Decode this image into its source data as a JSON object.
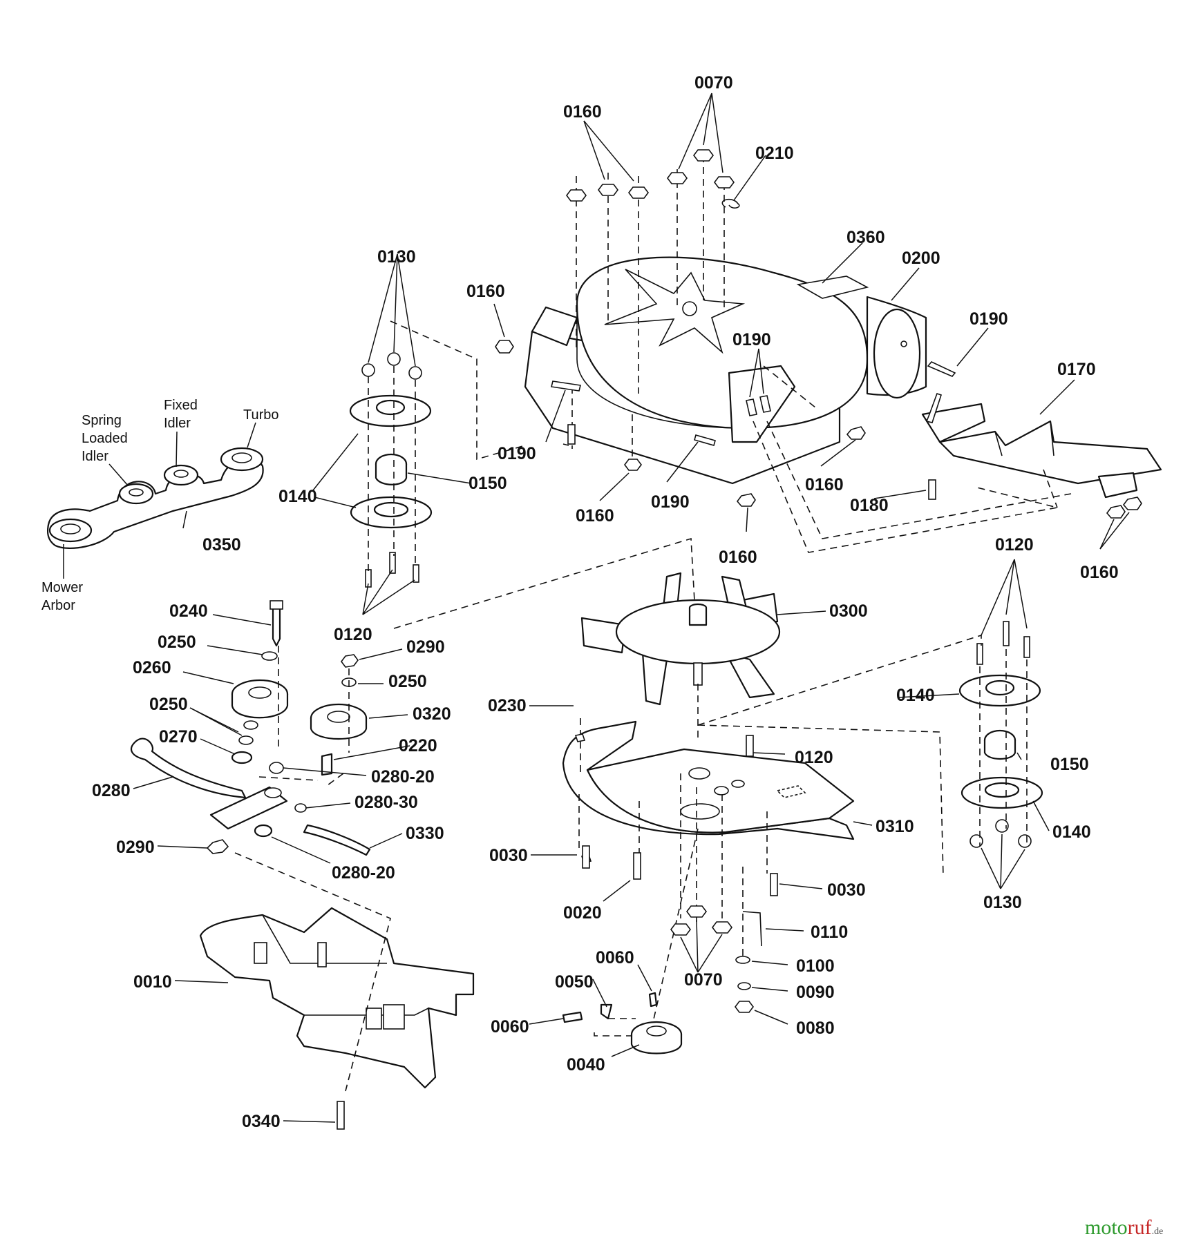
{
  "callouts": [
    {
      "id": "c-0070-top",
      "text": "0070"
    },
    {
      "id": "c-0160-top",
      "text": "0160"
    },
    {
      "id": "c-0210",
      "text": "0210"
    },
    {
      "id": "c-0130-left",
      "text": "0130"
    },
    {
      "id": "c-0360",
      "text": "0360"
    },
    {
      "id": "c-0200",
      "text": "0200"
    },
    {
      "id": "c-0160-a",
      "text": "0160"
    },
    {
      "id": "c-0190-mid",
      "text": "0190"
    },
    {
      "id": "c-0190-right",
      "text": "0190"
    },
    {
      "id": "c-0170",
      "text": "0170"
    },
    {
      "id": "c-0190-left",
      "text": "0190"
    },
    {
      "id": "c-0150-left",
      "text": "0150"
    },
    {
      "id": "c-0140-left",
      "text": "0140"
    },
    {
      "id": "c-0160-b",
      "text": "0160"
    },
    {
      "id": "c-0190-low",
      "text": "0190"
    },
    {
      "id": "c-0160-c",
      "text": "0160"
    },
    {
      "id": "c-0180",
      "text": "0180"
    },
    {
      "id": "c-0160-d",
      "text": "0160"
    },
    {
      "id": "c-0160-e",
      "text": "0160"
    },
    {
      "id": "c-0350",
      "text": "0350"
    },
    {
      "id": "c-0120-right",
      "text": "0120"
    },
    {
      "id": "c-0240",
      "text": "0240"
    },
    {
      "id": "c-0120-left",
      "text": "0120"
    },
    {
      "id": "c-0300",
      "text": "0300"
    },
    {
      "id": "c-0250-a",
      "text": "0250"
    },
    {
      "id": "c-0290-a",
      "text": "0290"
    },
    {
      "id": "c-0260",
      "text": "0260"
    },
    {
      "id": "c-0250-b",
      "text": "0250"
    },
    {
      "id": "c-0140-right",
      "text": "0140"
    },
    {
      "id": "c-0250-c",
      "text": "0250"
    },
    {
      "id": "c-0230",
      "text": "0230"
    },
    {
      "id": "c-0320",
      "text": "0320"
    },
    {
      "id": "c-0270",
      "text": "0270"
    },
    {
      "id": "c-0220",
      "text": "0220"
    },
    {
      "id": "c-0120-mid",
      "text": "0120"
    },
    {
      "id": "c-0150-right",
      "text": "0150"
    },
    {
      "id": "c-0280-20-a",
      "text": "0280-20"
    },
    {
      "id": "c-0280",
      "text": "0280"
    },
    {
      "id": "c-0280-30",
      "text": "0280-30"
    },
    {
      "id": "c-0310",
      "text": "0310"
    },
    {
      "id": "c-0140-right-b",
      "text": "0140"
    },
    {
      "id": "c-0330",
      "text": "0330"
    },
    {
      "id": "c-0290-b",
      "text": "0290"
    },
    {
      "id": "c-0030-a",
      "text": "0030"
    },
    {
      "id": "c-0280-20-b",
      "text": "0280-20"
    },
    {
      "id": "c-0030-b",
      "text": "0030"
    },
    {
      "id": "c-0130-right",
      "text": "0130"
    },
    {
      "id": "c-0020",
      "text": "0020"
    },
    {
      "id": "c-0110",
      "text": "0110"
    },
    {
      "id": "c-0060-a",
      "text": "0060"
    },
    {
      "id": "c-0100",
      "text": "0100"
    },
    {
      "id": "c-0010",
      "text": "0010"
    },
    {
      "id": "c-0050",
      "text": "0050"
    },
    {
      "id": "c-0070-low",
      "text": "0070"
    },
    {
      "id": "c-0090",
      "text": "0090"
    },
    {
      "id": "c-0060-b",
      "text": "0060"
    },
    {
      "id": "c-0080",
      "text": "0080"
    },
    {
      "id": "c-0040",
      "text": "0040"
    },
    {
      "id": "c-0340",
      "text": "0340"
    }
  ],
  "belt_labels": {
    "spring_loaded_idler": [
      "Spring",
      "Loaded",
      "Idler"
    ],
    "fixed_idler": [
      "Fixed",
      "Idler"
    ],
    "turbo": "Turbo",
    "mower_arbor": [
      "Mower",
      "Arbor"
    ]
  },
  "watermark": {
    "part_a": "moto",
    "part_b": "ruf",
    "suffix": ".de"
  }
}
